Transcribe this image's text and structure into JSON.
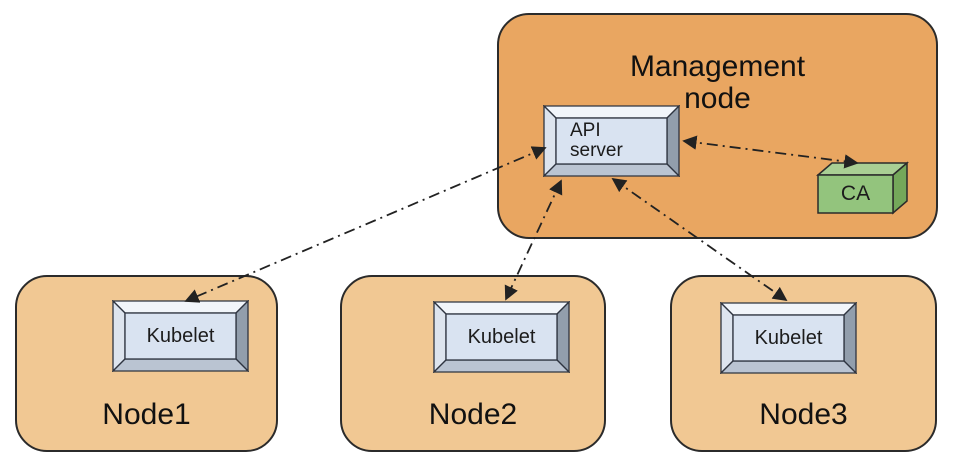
{
  "diagram": {
    "management_node": {
      "label": "Management\nnode",
      "api_server": {
        "label": "API\nserver"
      },
      "ca": {
        "label": "CA"
      }
    },
    "nodes": [
      {
        "label": "Node1",
        "component": "Kubelet"
      },
      {
        "label": "Node2",
        "component": "Kubelet"
      },
      {
        "label": "Node3",
        "component": "Kubelet"
      }
    ],
    "connections": [
      {
        "from": "API server",
        "to": "Kubelet (Node1)",
        "style": "dash-dot",
        "bidirectional": true
      },
      {
        "from": "API server",
        "to": "Kubelet (Node2)",
        "style": "dash-dot",
        "bidirectional": true
      },
      {
        "from": "API server",
        "to": "Kubelet (Node3)",
        "style": "dash-dot",
        "bidirectional": true
      },
      {
        "from": "API server",
        "to": "CA",
        "style": "dash-dot",
        "bidirectional": true
      }
    ],
    "colors": {
      "management_fill": "#e9a661",
      "worker_fill": "#f1c893",
      "outline": "#2b2b2b",
      "box_face": "#d9e3f1",
      "ca_green": "#93c47d",
      "arrow": "#222222"
    }
  }
}
